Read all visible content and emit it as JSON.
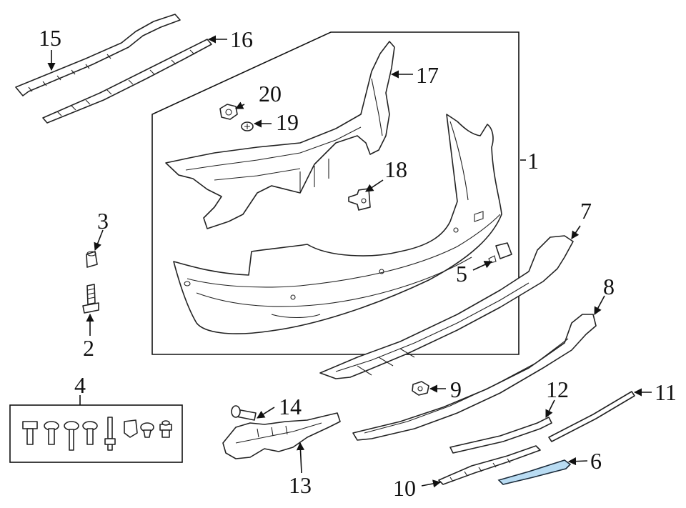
{
  "diagram": {
    "highlight_color": "#b9dcf3",
    "callouts": [
      {
        "id": "c1",
        "label": "1"
      },
      {
        "id": "c2",
        "label": "2"
      },
      {
        "id": "c3",
        "label": "3"
      },
      {
        "id": "c4",
        "label": "4"
      },
      {
        "id": "c5",
        "label": "5"
      },
      {
        "id": "c6",
        "label": "6"
      },
      {
        "id": "c7",
        "label": "7"
      },
      {
        "id": "c8",
        "label": "8"
      },
      {
        "id": "c9",
        "label": "9"
      },
      {
        "id": "c10",
        "label": "10"
      },
      {
        "id": "c11",
        "label": "11"
      },
      {
        "id": "c12",
        "label": "12"
      },
      {
        "id": "c13",
        "label": "13"
      },
      {
        "id": "c14",
        "label": "14"
      },
      {
        "id": "c15",
        "label": "15"
      },
      {
        "id": "c16",
        "label": "16"
      },
      {
        "id": "c17",
        "label": "17"
      },
      {
        "id": "c18",
        "label": "18"
      },
      {
        "id": "c19",
        "label": "19"
      },
      {
        "id": "c20",
        "label": "20"
      }
    ]
  }
}
